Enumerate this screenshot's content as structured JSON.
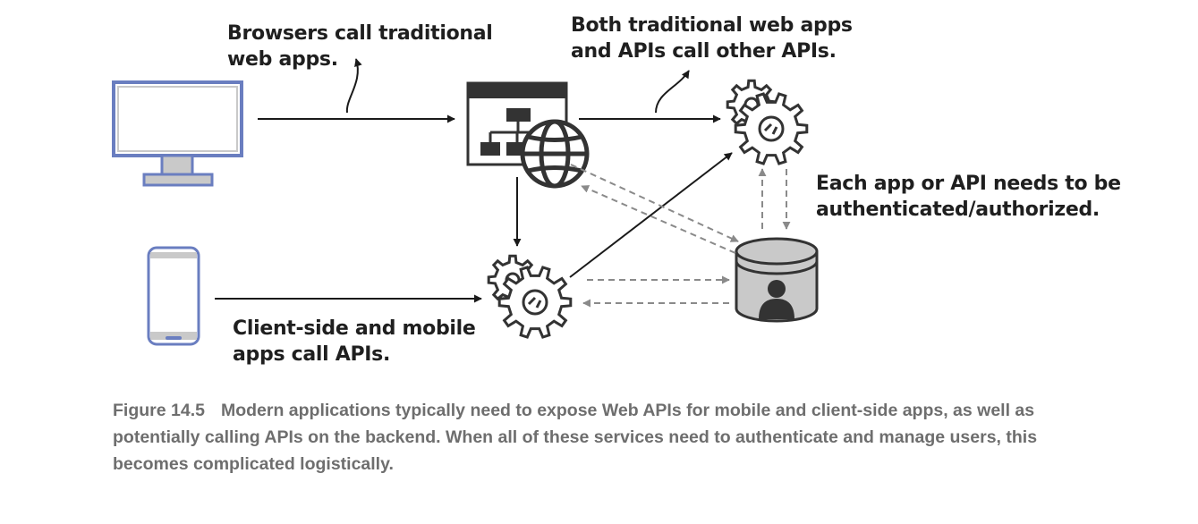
{
  "labels": {
    "browsers": [
      "Browsers call traditional",
      "web apps."
    ],
    "both": [
      "Both traditional web apps",
      "and APIs call other APIs."
    ],
    "each": [
      "Each app or API needs to be",
      "authenticated/authorized."
    ],
    "client": [
      "Client-side and mobile",
      "apps call APIs."
    ]
  },
  "caption": {
    "number": "Figure 14.5",
    "text": "Modern applications typically need to expose Web APIs for mobile and client-side apps, as well as potentially calling APIs on the backend. When all of these services need to authenticate and manage users, this becomes complicated logistically."
  },
  "icons": [
    "monitor-icon",
    "mobile-phone-icon",
    "web-app-icon",
    "globe-icon",
    "api-gears-icon",
    "identity-database-icon",
    "user-icon"
  ],
  "colors": {
    "device_stroke": "#6a7ec0",
    "device_fill": "#c9c9c9",
    "dark": "#333333",
    "arrow": "#1a1a1a",
    "dashed_arrow": "#8a8a8a",
    "caption": "#6e6e6e"
  }
}
